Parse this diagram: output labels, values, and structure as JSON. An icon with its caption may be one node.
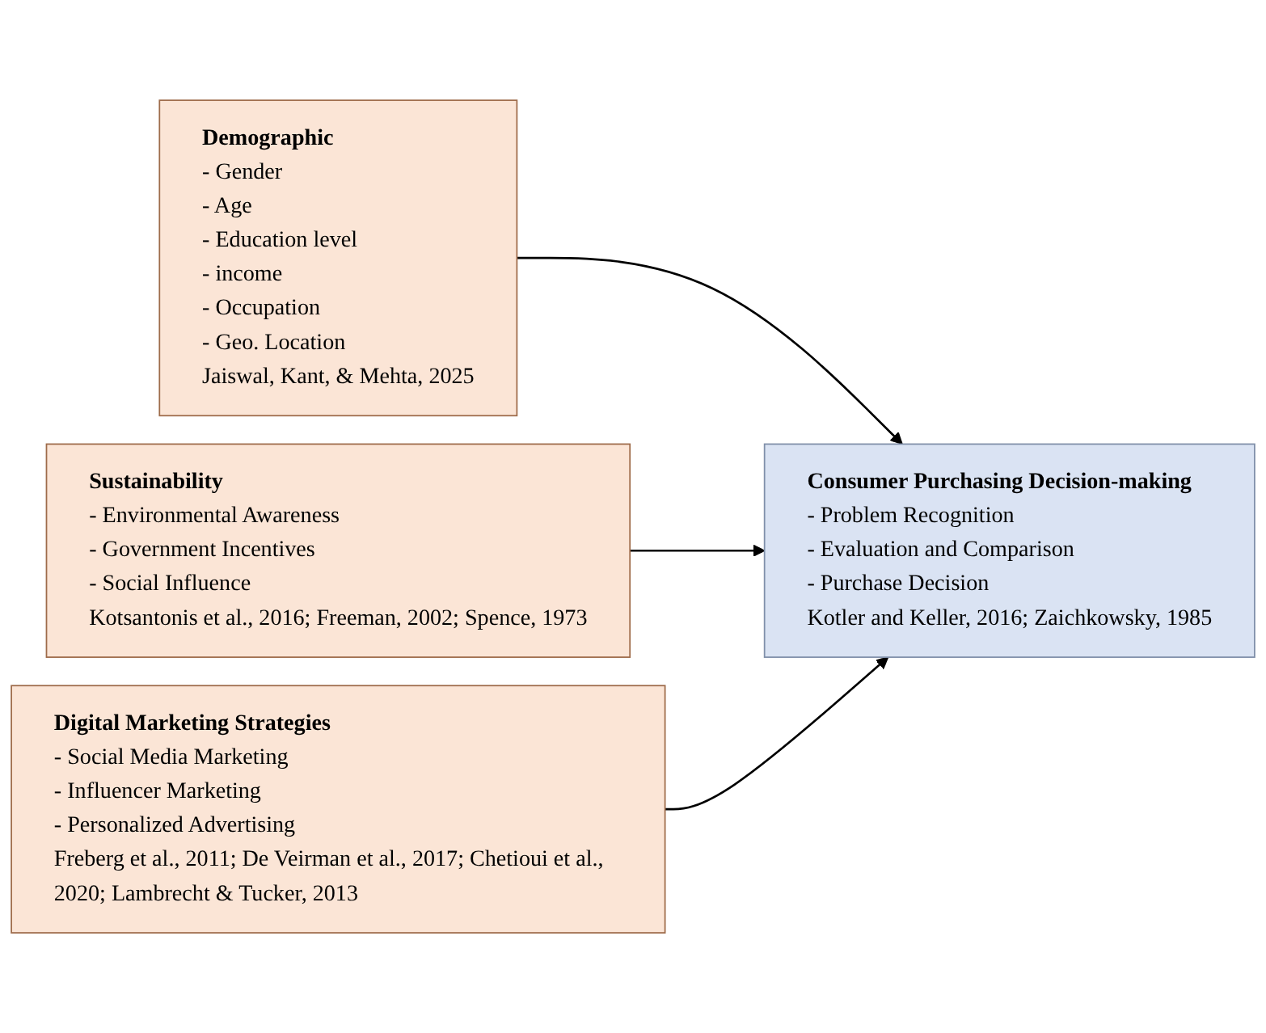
{
  "diagram": {
    "nodes": [
      {
        "text": [
          "Demographic",
          "- Gender",
          "- Age",
          "- Education level",
          "- income",
          "- Occupation",
          "- Geo. Location",
          "Jaiswal, Kant, & Mehta, 2025"
        ]
      },
      {
        "text": [
          "Sustainability",
          "- Environmental Awareness",
          "- Government Incentives",
          "- Social Influence",
          "Kotsantonis et al., 2016; Freeman, 2002; Spence, 1973"
        ]
      },
      {
        "text": [
          "Digital Marketing Strategies",
          "- Social Media Marketing",
          "- Influencer Marketing",
          "- Personalized Advertising",
          "Freberg et al., 2011; De Veirman et al., 2017; Chetioui et al., 2020; Lambrecht & Tucker, 2013"
        ]
      },
      {
        "text": [
          "Consumer Purchasing Decision-making",
          "- Problem Recognition",
          "- Evaluation and Comparison",
          "- Purchase Decision",
          "Kotler and Keller, 2016; Zaichkowsky, 1985"
        ]
      }
    ],
    "edges": [
      {
        "from": 0,
        "to": 3,
        "arrow": "to"
      },
      {
        "from": 1,
        "to": 3,
        "arrow": "to"
      },
      {
        "from": 2,
        "to": 3,
        "arrow": "to"
      }
    ]
  }
}
